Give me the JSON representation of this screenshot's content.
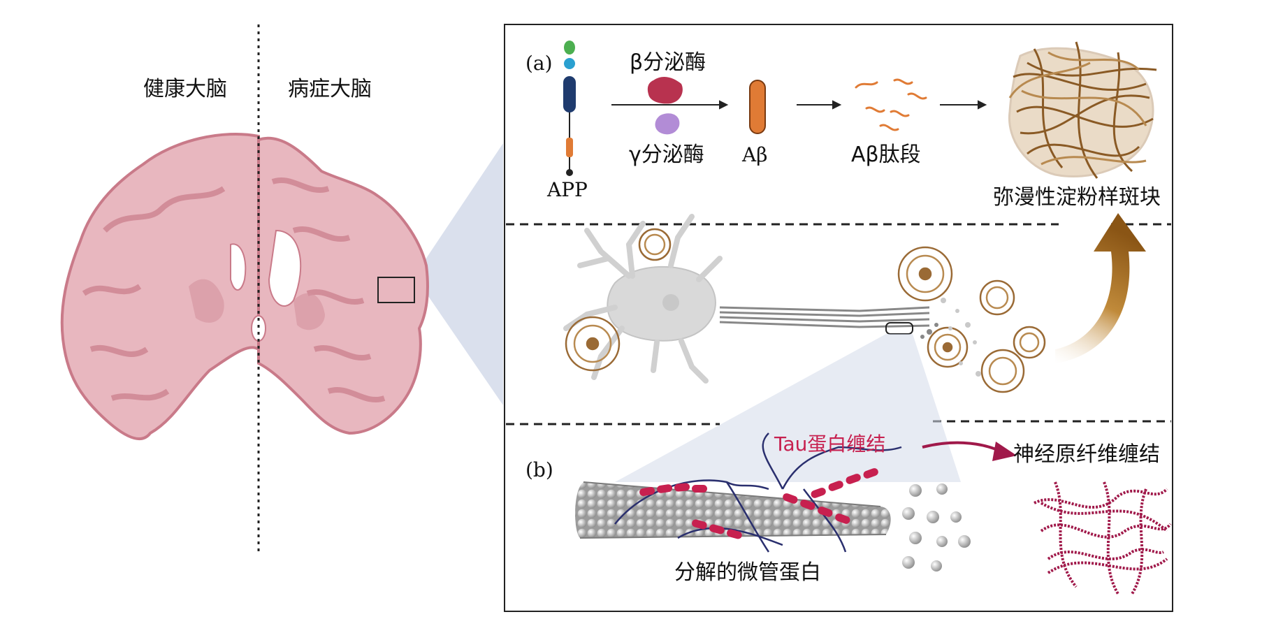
{
  "labels": {
    "healthy_brain": "健康大脑",
    "diseased_brain": "病症大脑",
    "panel_a": "(a)",
    "panel_b": "(b)",
    "app": "APP",
    "beta_secretase": "β分泌酶",
    "gamma_secretase": "γ分泌酶",
    "abeta": "Aβ",
    "abeta_peptide": "Aβ肽段",
    "plaque": "弥漫性淀粉样斑块",
    "tau_tangle": "Tau蛋白缠结",
    "nft": "神经原纤维缠结",
    "microtubule": "分解的微管蛋白"
  },
  "colors": {
    "brain_fill": "#e8b7bf",
    "brain_edge": "#c97a89",
    "brain_inner": "#d4939f",
    "zoom_shade": "#d3dbea",
    "neuron": "#d9d9d9",
    "plaque_brown": "#9a6a35",
    "abeta_orange": "#e07b35",
    "tau_red": "#c7204f",
    "nft_red": "#a0194a",
    "arrow_gold": "#a06a20",
    "app_green": "#4caf50",
    "app_blue": "#2aa0d0",
    "app_navy": "#1f3b6e",
    "enzyme_red": "#b8324f",
    "enzyme_purple": "#b28cd6"
  }
}
